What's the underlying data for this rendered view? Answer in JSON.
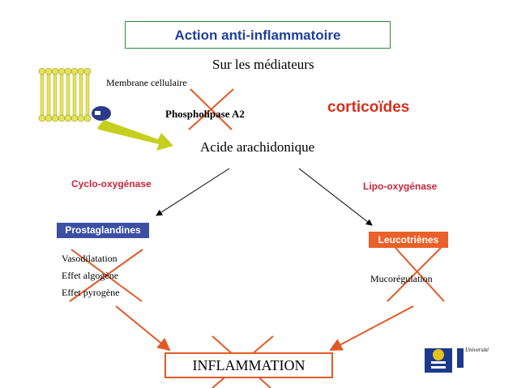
{
  "title": "Action anti-inflammatoire",
  "subtitle": "Sur les médiateurs",
  "membrane_label": "Membrane cellulaire",
  "enzyme_label": "Phospholipase A2",
  "drug_label": "corticoïdes",
  "substrate_label": "Acide arachidonique",
  "left_branch": {
    "enzyme": "Cyclo-oxygénase",
    "product": "Prostaglandines",
    "effects": [
      "Vasodilatation",
      "Effet algogène",
      "Effet pyrogène"
    ]
  },
  "right_branch": {
    "enzyme": "Lipo-oxygénase",
    "product": "Leucotriènes",
    "effects": [
      "Mucorégulation"
    ]
  },
  "outcome": "INFLAMMATION",
  "logo_text": "Université",
  "colors": {
    "title_text": "#1f3f9e",
    "title_border": "#2f8a3a",
    "drug": "#d4301f",
    "enzyme_branch": "#c8263a",
    "product_box": "#3b4fa3",
    "leuco_box": "#e9602a",
    "cross": "#e05a28",
    "big_arrow": "#c5cf1c",
    "membrane": "#e4e35c"
  }
}
